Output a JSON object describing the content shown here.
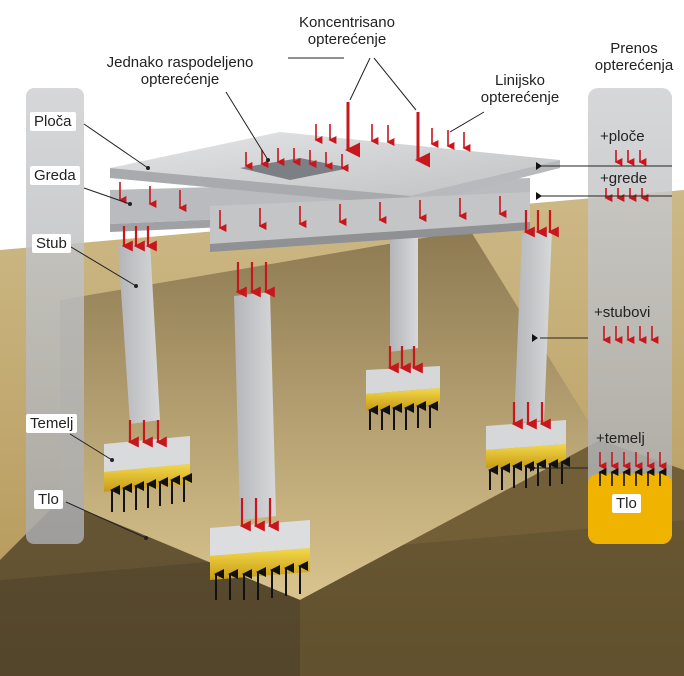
{
  "labels": {
    "concentrated": [
      "Koncentrisano",
      "opterećenje"
    ],
    "uniform": [
      "Jednako raspodeljeno",
      "opterećenje"
    ],
    "linear": [
      "Linijsko",
      "opterećenje"
    ],
    "transfer": [
      "Prenos",
      "opterećenja"
    ],
    "slab": "Ploča",
    "beam": "Greda",
    "column": "Stub",
    "footing": "Temelj",
    "soil": "Tlo"
  },
  "transfer_panel": {
    "slab": "+ploče",
    "beam": "+grede",
    "columns": "+stubovi",
    "footing": "+temelj",
    "soil": "Tlo"
  },
  "colors": {
    "load_arrow": "#c8161d",
    "reaction_arrow": "#111111",
    "concrete": "#c9cbcd",
    "soil_top": "#c9b27a",
    "soil_side": "#6b5a38",
    "footing_yellow": "#e8c21a",
    "panel_gray": "#bdbec0",
    "panel_yellow": "#f0b400"
  }
}
